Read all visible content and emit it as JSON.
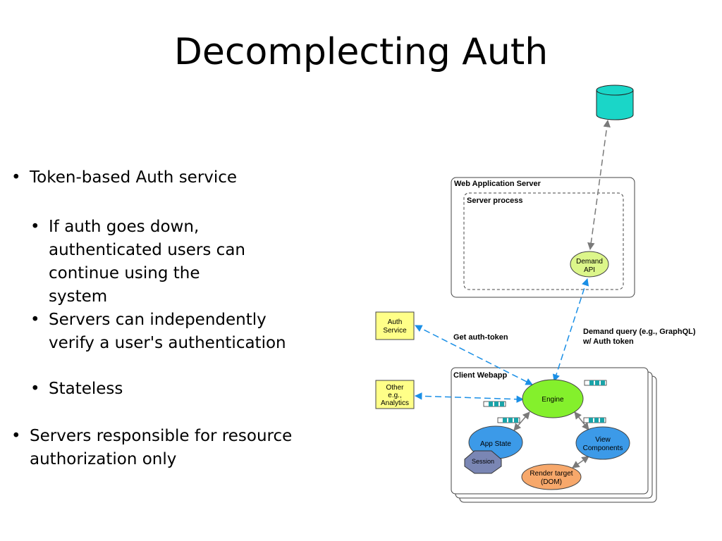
{
  "slide": {
    "title": "Decomplecting Auth",
    "bullets": [
      {
        "text": "Token-based Auth service",
        "level": 1
      },
      {
        "text": "If auth goes down, authenticated users can continue using the system",
        "level": 2
      },
      {
        "text": "Servers can independently verify a user's authentication",
        "level": 2
      },
      {
        "text": "Stateless",
        "level": 2
      },
      {
        "text": "Servers responsible for resource authorization only",
        "level": 1
      }
    ]
  },
  "diagram": {
    "web_server": {
      "label": "Web Application Server",
      "process_label": "Server process"
    },
    "demand_api": {
      "label_line1": "Demand",
      "label_line2": "API"
    },
    "auth_service": {
      "label_line1": "Auth",
      "label_line2": "Service"
    },
    "other": {
      "label_line1": "Other",
      "label_line2": "e.g.,",
      "label_line3": "Analytics"
    },
    "edge_labels": {
      "get_token": "Get auth-token",
      "demand_query_line1": "Demand query (e.g., GraphQL)",
      "demand_query_line2": "w/ Auth token"
    },
    "client_webapp": {
      "label": "Client Webapp",
      "engine": "Engine",
      "app_state": "App State",
      "session": "Session",
      "view_line1": "View",
      "view_line2": "Components",
      "render_line1": "Render target",
      "render_line2": "(DOM)"
    },
    "colors": {
      "database": "#1ad6c8",
      "engine": "#84f02c",
      "app_state": "#3c9ae8",
      "view": "#3c9ae8",
      "render": "#f7a86b",
      "session": "#7a86b4",
      "note_box": "#ffff88",
      "demand_api": "#dcf68a",
      "arrow_blue": "#1a8fe6",
      "arrow_gray": "#7a7a7a",
      "queue_teal": "#1aa3a8"
    }
  }
}
